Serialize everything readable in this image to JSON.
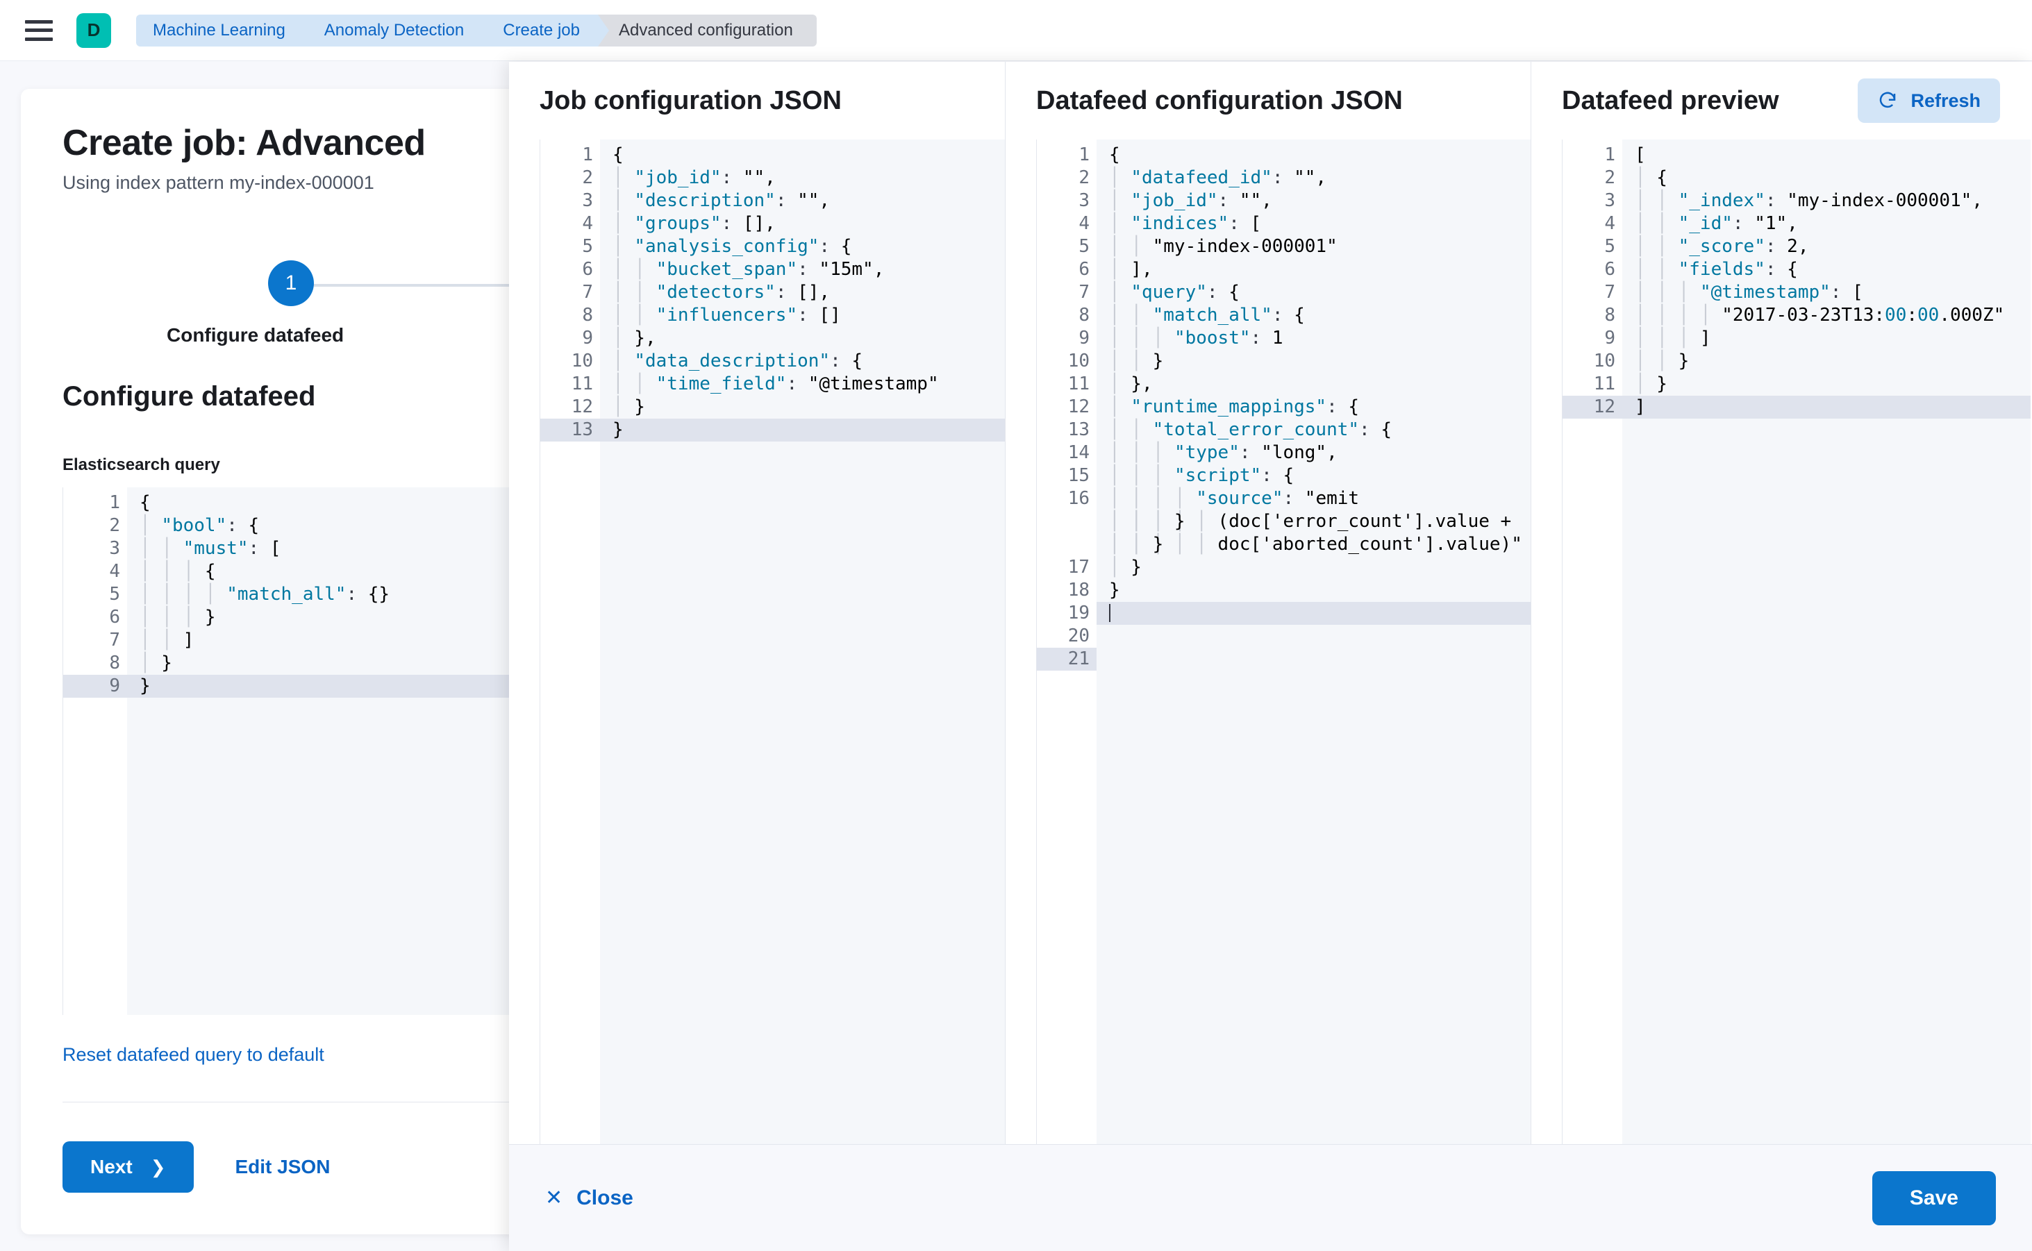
{
  "topbar": {
    "menu_icon": "hamburger-menu-icon",
    "space_avatar_letter": "D",
    "breadcrumbs": [
      {
        "label": "Machine Learning",
        "current": false
      },
      {
        "label": "Anomaly Detection",
        "current": false
      },
      {
        "label": "Create job",
        "current": false
      },
      {
        "label": "Advanced configuration",
        "current": true
      }
    ]
  },
  "wizard": {
    "title": "Create job: Advanced",
    "subtitle": "Using index pattern my-index-000001",
    "step_number": "1",
    "step_label": "Configure datafeed",
    "section_title": "Configure datafeed",
    "field_label": "Elasticsearch query",
    "reset_link": "Reset datafeed query to default",
    "next_label": "Next",
    "next_chevron": "chevron-right-icon",
    "edit_json_label": "Edit JSON",
    "es_query_lines": [
      {
        "n": "1",
        "fold": true,
        "text": "{"
      },
      {
        "n": "2",
        "fold": true,
        "text": "  \"bool\": {"
      },
      {
        "n": "3",
        "fold": true,
        "text": "    \"must\": ["
      },
      {
        "n": "4",
        "fold": true,
        "text": "      {"
      },
      {
        "n": "5",
        "fold": false,
        "text": "        \"match_all\": {}"
      },
      {
        "n": "6",
        "fold": false,
        "text": "      }"
      },
      {
        "n": "7",
        "fold": false,
        "text": "    ]"
      },
      {
        "n": "8",
        "fold": false,
        "text": "  }"
      },
      {
        "n": "9",
        "fold": false,
        "text": "}",
        "highlight": true
      }
    ]
  },
  "flyout": {
    "panels": [
      {
        "title": "Job configuration JSON",
        "lines": [
          {
            "n": "1",
            "fold": true,
            "text": "{"
          },
          {
            "n": "2",
            "fold": false,
            "text": "  \"job_id\": \"\","
          },
          {
            "n": "3",
            "fold": false,
            "text": "  \"description\": \"\","
          },
          {
            "n": "4",
            "fold": false,
            "text": "  \"groups\": [],"
          },
          {
            "n": "5",
            "fold": true,
            "text": "  \"analysis_config\": {"
          },
          {
            "n": "6",
            "fold": false,
            "text": "    \"bucket_span\": \"15m\","
          },
          {
            "n": "7",
            "fold": false,
            "text": "    \"detectors\": [],"
          },
          {
            "n": "8",
            "fold": false,
            "text": "    \"influencers\": []"
          },
          {
            "n": "9",
            "fold": false,
            "text": "  },"
          },
          {
            "n": "10",
            "fold": true,
            "text": "  \"data_description\": {"
          },
          {
            "n": "11",
            "fold": false,
            "text": "    \"time_field\": \"@timestamp\""
          },
          {
            "n": "12",
            "fold": false,
            "text": "  }"
          },
          {
            "n": "13",
            "fold": false,
            "text": "}",
            "highlight": true
          }
        ]
      },
      {
        "title": "Datafeed configuration JSON",
        "lines": [
          {
            "n": "1",
            "fold": true,
            "text": "{"
          },
          {
            "n": "2",
            "fold": false,
            "text": "  \"datafeed_id\": \"\","
          },
          {
            "n": "3",
            "fold": false,
            "text": "  \"job_id\": \"\","
          },
          {
            "n": "4",
            "fold": true,
            "text": "  \"indices\": ["
          },
          {
            "n": "5",
            "fold": false,
            "text": "    \"my-index-000001\""
          },
          {
            "n": "6",
            "fold": false,
            "text": "  ],"
          },
          {
            "n": "7",
            "fold": true,
            "text": "  \"query\": {"
          },
          {
            "n": "8",
            "fold": true,
            "text": "    \"match_all\": {"
          },
          {
            "n": "9",
            "fold": false,
            "text": "      \"boost\": 1"
          },
          {
            "n": "10",
            "fold": false,
            "text": "    }"
          },
          {
            "n": "11",
            "fold": false,
            "text": "  },"
          },
          {
            "n": "12",
            "fold": true,
            "text": "  \"runtime_mappings\": {"
          },
          {
            "n": "13",
            "fold": true,
            "text": "    \"total_error_count\": {"
          },
          {
            "n": "14",
            "fold": false,
            "text": "      \"type\": \"long\","
          },
          {
            "n": "15",
            "fold": true,
            "text": "      \"script\": {"
          },
          {
            "n": "16",
            "fold": false,
            "wrapped": true,
            "text": "        \"source\": \"emit\n           (doc['error_count'].value +\n           doc['aborted_count'].value)\""
          },
          {
            "n": "17",
            "fold": false,
            "text": "      }"
          },
          {
            "n": "18",
            "fold": false,
            "text": "    }"
          },
          {
            "n": "19",
            "fold": false,
            "text": "  }"
          },
          {
            "n": "20",
            "fold": false,
            "text": "}"
          },
          {
            "n": "21",
            "fold": false,
            "text": "",
            "highlight": true,
            "caret": true
          }
        ]
      },
      {
        "title": "Datafeed preview",
        "refresh_label": "Refresh",
        "refresh_icon": "refresh-icon",
        "lines": [
          {
            "n": "1",
            "fold": true,
            "text": "["
          },
          {
            "n": "2",
            "fold": true,
            "text": "  {"
          },
          {
            "n": "3",
            "fold": false,
            "text": "    \"_index\": \"my-index-000001\","
          },
          {
            "n": "4",
            "fold": false,
            "text": "    \"_id\": \"1\","
          },
          {
            "n": "5",
            "fold": false,
            "text": "    \"_score\": 2,"
          },
          {
            "n": "6",
            "fold": true,
            "text": "    \"fields\": {"
          },
          {
            "n": "7",
            "fold": true,
            "text": "      \"@timestamp\": ["
          },
          {
            "n": "8",
            "fold": false,
            "text": "        \"2017-03-23T13:00:00.000Z\""
          },
          {
            "n": "9",
            "fold": false,
            "text": "      ]"
          },
          {
            "n": "10",
            "fold": false,
            "text": "    }"
          },
          {
            "n": "11",
            "fold": false,
            "text": "  }"
          },
          {
            "n": "12",
            "fold": false,
            "text": "]",
            "highlight": true
          }
        ]
      }
    ],
    "close_label": "Close",
    "close_icon": "close-x-icon",
    "save_label": "Save"
  },
  "colors": {
    "primary": "#0b76cd",
    "link": "#0b64c4",
    "space_avatar": "#00BFB3",
    "crumb_bg": "#d3e5f7",
    "crumb_current_bg": "#dcdee3",
    "json_key": "#0077a0",
    "json_string": "#00803b",
    "editor_bg": "#f5f7fa",
    "highlight_row": "#dfe3ed"
  }
}
